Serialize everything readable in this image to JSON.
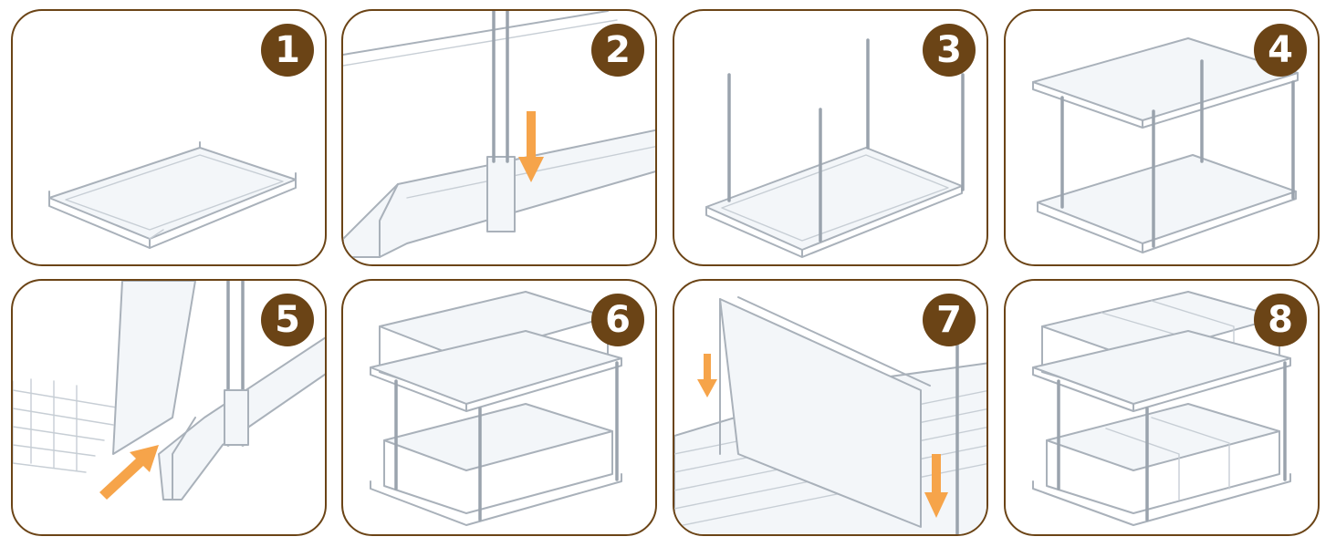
{
  "steps": [
    {
      "number": "1"
    },
    {
      "number": "2"
    },
    {
      "number": "3"
    },
    {
      "number": "4"
    },
    {
      "number": "5"
    },
    {
      "number": "6"
    },
    {
      "number": "7"
    },
    {
      "number": "8"
    }
  ],
  "colors": {
    "frame": "#6b4416",
    "badge_bg": "#6b4416",
    "badge_text": "#ffffff",
    "arrow": "#f6a44a",
    "acrylic_line": "#a9b1ba"
  }
}
